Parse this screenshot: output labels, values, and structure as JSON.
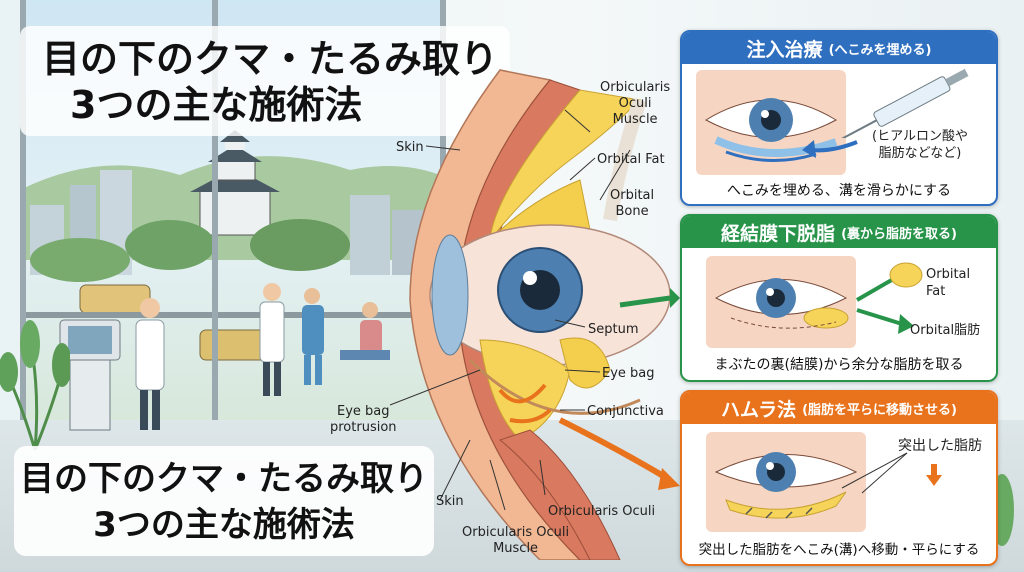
{
  "title": {
    "line1": "目の下のクマ・たるみ取り",
    "line2": "3つの主な施術法"
  },
  "title_bottom": {
    "line1": "目の下のクマ・たるみ取り",
    "line2": "3つの主な施術法"
  },
  "anatomy_labels": {
    "skin_top": "Skin",
    "orbicularis_top": [
      "Orbicularis",
      "Oculi",
      "Muscle"
    ],
    "orbital_fat": "Orbital Fat",
    "orbital_bone": [
      "Orbital",
      "Bone"
    ],
    "septum": "Septum",
    "eye_bag": "Eye bag",
    "eye_bag_protrusion": [
      "Eye bag",
      "protrusion"
    ],
    "conjunctiva": "Conjunctiva",
    "skin_bottom": "Skin",
    "orbicularis_bottom_left": [
      "Orbicularis Oculi",
      "Muscle"
    ],
    "orbicularis_bottom_right": "Orbicularis Oculi"
  },
  "panels": [
    {
      "head_main": "注入治療",
      "head_sub": "(へこみを埋める)",
      "color": "#2f6fc0",
      "note": [
        "(ヒアルロン酸や",
        "脂肪などなど)"
      ],
      "caption": "へこみを埋める、溝を滑らかにする"
    },
    {
      "head_main": "経結膜下脱脂",
      "head_sub": "(裏から脂肪を取る)",
      "color": "#27944a",
      "note_fat": [
        "Orbital",
        "Fat"
      ],
      "note_fat2": "Orbital脂肪",
      "caption": "まぶたの裏(結膜)から余分な脂肪を取る"
    },
    {
      "head_main": "ハムラ法",
      "head_sub": "(脂肪を平らに移動させる)",
      "color": "#e8731c",
      "note": "突出した脂肪",
      "caption": "突出した脂肪をへこみ(溝)へ移動・平らにする"
    }
  ]
}
